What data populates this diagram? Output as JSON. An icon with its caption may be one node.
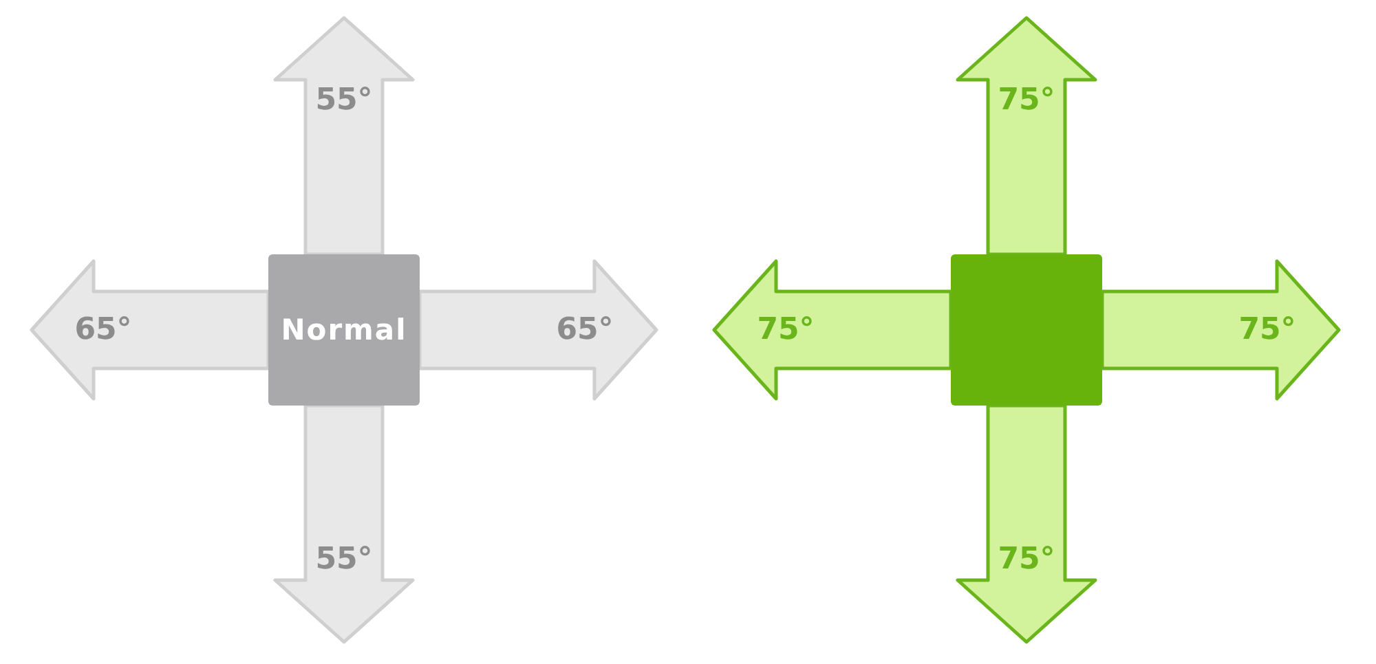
{
  "diagram": {
    "nodes": [
      {
        "text": [
          "Normal"
        ]
      },
      {
        "text": [],
        "shape": "box"
      }
    ],
    "edges": [
      {
        "from": 0,
        "to": null,
        "arrow": "to",
        "label": "55°"
      },
      {
        "from": 0,
        "to": null,
        "arrow": "to",
        "label": "65°"
      },
      {
        "from": 0,
        "to": null,
        "arrow": "to",
        "label": "65°"
      },
      {
        "from": 0,
        "to": null,
        "arrow": "to",
        "label": "55°"
      },
      {
        "from": 1,
        "to": null,
        "arrow": "to",
        "label": "75°",
        "color": "#6ab51c"
      },
      {
        "from": 1,
        "to": null,
        "arrow": "to",
        "label": "75°",
        "color": "#6ab51c"
      },
      {
        "from": 1,
        "to": null,
        "arrow": "to",
        "label": "75°",
        "color": "#6ab51c"
      },
      {
        "from": 1,
        "to": null,
        "arrow": "to",
        "label": "75°",
        "color": "#6ab51c"
      }
    ]
  }
}
